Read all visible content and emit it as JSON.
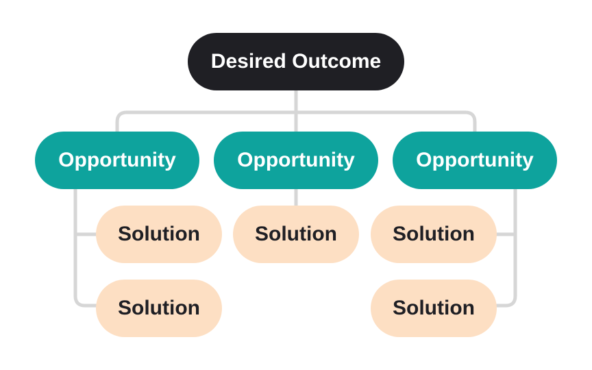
{
  "colors": {
    "root_fill": "#1f1f24",
    "opportunity_fill": "#0ea39d",
    "solution_fill": "#fddfc3",
    "connector": "#d6d6d6"
  },
  "tree": {
    "root": {
      "label": "Desired Outcome"
    },
    "opportunities": [
      {
        "label": "Opportunity",
        "solutions": [
          "Solution",
          "Solution"
        ]
      },
      {
        "label": "Opportunity",
        "solutions": [
          "Solution"
        ]
      },
      {
        "label": "Opportunity",
        "solutions": [
          "Solution",
          "Solution"
        ]
      }
    ]
  }
}
